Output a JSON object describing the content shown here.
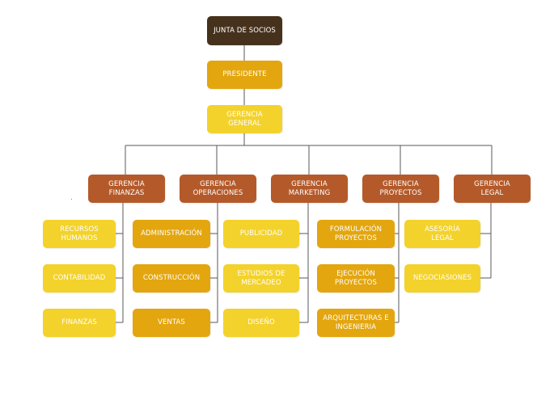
{
  "nodes": {
    "junta": "JUNTA DE SOCIOS",
    "presidente": "PRESIDENTE",
    "gerencia_general": "GERENCIA\nGENERAL",
    "gerencia_finanzas": "GERENCIA\nFINANZAS",
    "gerencia_operaciones": "GERENCIA\nOPERACIONES",
    "gerencia_marketing": "GERENCIA\nMARKETING",
    "gerencia_proyectos": "GERENCIA\nPROYECTOS",
    "gerencia_legal": "GERENCIA\nLEGAL",
    "recursos_humanos": "RECURSOS\nHUMANOS",
    "contabilidad": "CONTABILIDAD",
    "finanzas": "FINANZAS",
    "administracion": "ADMINISTRACIÓN",
    "construccion": "CONSTRUCCIÓN",
    "ventas": "VENTAS",
    "publicidad": "PUBLICIDAD",
    "estudios_mercadeo": "ESTUDIOS DE\nMERCADEO",
    "diseno": "DISEÑO",
    "formulacion_proyectos": "FORMULACIÓN\nPROYECTOS",
    "ejecucion_proyectos": "EJECUCIÓN\nPROYECTOS",
    "arquitecturas_ingenieria": "ARQUITECTURAS E\nINGENIERIA",
    "asesoria_legal": "ASESORÍA\nLEGAL",
    "negociasiones": "NEGOCIASIONES"
  },
  "colors": {
    "root": "#46321c",
    "presidente": "#e3a60f",
    "gerencia_general": "#f3d22b",
    "department": "#b45a2a",
    "sub_light": "#f3d22b",
    "sub_mid": "#e3a60f",
    "connector": "#5a5a5a"
  }
}
